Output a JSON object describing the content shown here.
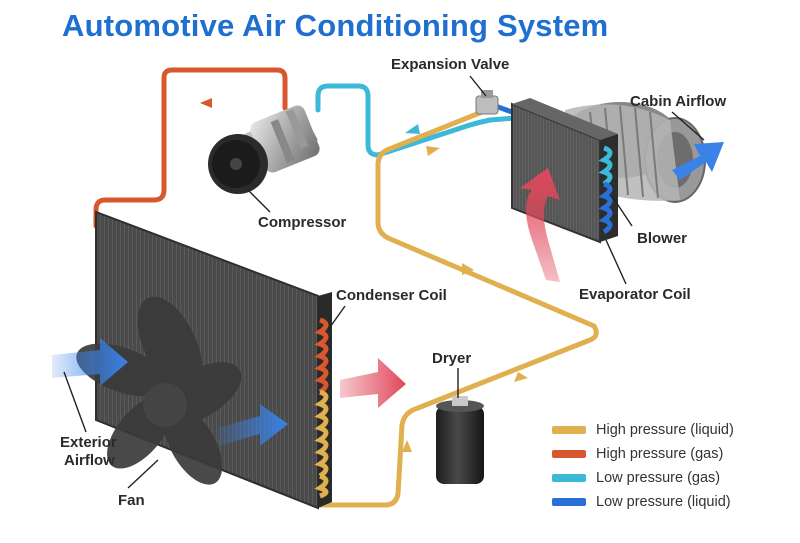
{
  "title": "Automotive Air Conditioning System",
  "labels": {
    "expansion_valve": "Expansion Valve",
    "cabin_airflow": "Cabin Airflow",
    "compressor": "Compressor",
    "blower": "Blower",
    "condenser_coil": "Condenser Coil",
    "evaporator_coil": "Evaporator Coil",
    "dryer": "Dryer",
    "exterior_airflow_line1": "Exterior",
    "exterior_airflow_line2": "Airflow",
    "fan": "Fan"
  },
  "legend": [
    {
      "label": "High pressure (liquid)",
      "color": "#e0b050"
    },
    {
      "label": "High pressure (gas)",
      "color": "#d9572e"
    },
    {
      "label": "Low pressure (gas)",
      "color": "#3cb8d8"
    },
    {
      "label": "Low pressure (liquid)",
      "color": "#2a6fd6"
    }
  ],
  "colors": {
    "title": "#1f6fd1",
    "high_pressure_liquid": "#e0b050",
    "high_pressure_gas": "#d9572e",
    "low_pressure_gas": "#3cb8d8",
    "low_pressure_liquid": "#2a6fd6",
    "hot_air": "#e0485a",
    "cool_air": "#3b82e8"
  }
}
